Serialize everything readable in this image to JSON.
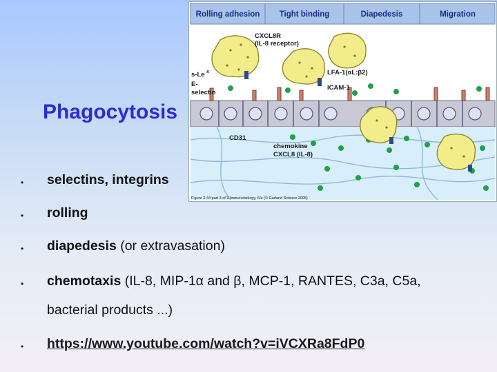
{
  "slide": {
    "title": "Phagocytosis"
  },
  "figure": {
    "header": [
      "Rolling adhesion",
      "Tight binding",
      "Diapedesis",
      "Migration"
    ],
    "labels": {
      "cxcl8r": "CXCL8R",
      "il8_receptor": "(IL-8 receptor)",
      "slex": "s-Le",
      "slex_sup": "x",
      "e_selectin_1": "E-",
      "e_selectin_2": "selectin",
      "lfa1": "LFA-1(αL:β2)",
      "icam1": "ICAM-1",
      "cd31": "CD31",
      "chemokine_1": "chemokine",
      "chemokine_2": "CXCL8 (IL-8)",
      "caption": "Figure 2-44 part 3 of 3 Immunobiology, 6/e (© Garland Science 2005)"
    },
    "colors": {
      "header_bg": "#a9c4e8",
      "header_text": "#1e2a8a",
      "tissue": "#d8eefa",
      "endothelium": "#c9c9d6",
      "leukocyte": "#f2ec8a",
      "chemokine_dot": "#21a04a"
    }
  },
  "bullets": [
    {
      "bold": "selectins, integrins",
      "rest": ""
    },
    {
      "bold": "rolling",
      "rest": ""
    },
    {
      "bold": "diapedesis",
      "rest": " (or extravasation)"
    },
    {
      "bold": "chemotaxis",
      "rest": " (IL-8, MIP-1α and β, MCP-1, RANTES, C3a, C5a,"
    },
    {
      "bold": "",
      "rest": "bacterial products ...)"
    },
    {
      "bold": "",
      "link": "https://www.youtube.com/watch?v=iVCXRa8FdP0"
    }
  ]
}
